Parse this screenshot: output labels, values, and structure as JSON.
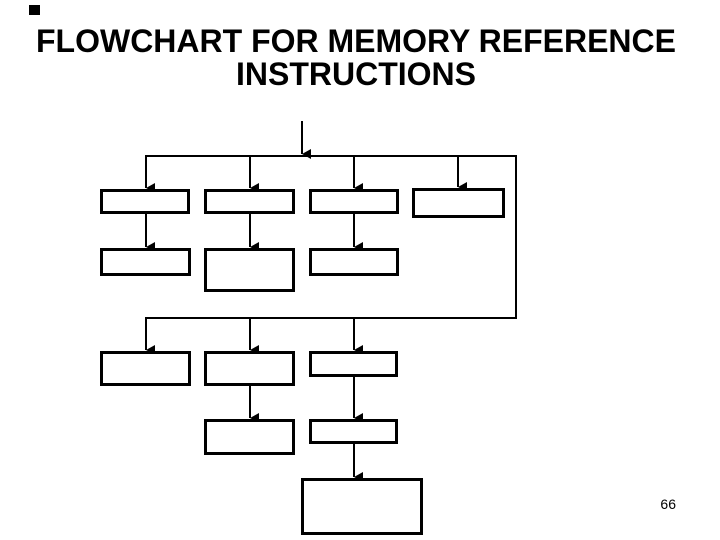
{
  "slide": {
    "title": {
      "line1": "FLOWCHART FOR MEMORY REFERENCE",
      "line2": "INSTRUCTIONS"
    },
    "page_number": "66",
    "background_color": "#ffffff",
    "ink_color": "#000000"
  },
  "diagram": {
    "type": "flowchart",
    "box_count": 13,
    "rows": [
      4,
      3,
      3,
      2,
      1
    ],
    "boxes_have_text": false,
    "arrow_count": 14,
    "description": "Empty rectangular flowchart boxes joined by top entry arrow, two horizontal branch buses, a right-side return line, and downward arrows"
  }
}
